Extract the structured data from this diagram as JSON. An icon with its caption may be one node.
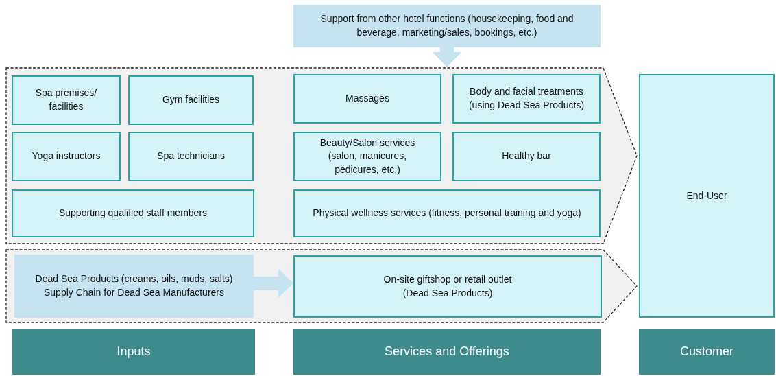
{
  "diagram": {
    "nodes": [
      {
        "text": [
          "Support from other hotel functions (housekeeping, food and beverage, marketing/sales, bookings, etc.)"
        ]
      },
      {
        "text": [],
        "shape": "chevron"
      },
      {
        "text": [
          "Spa premises/ facilities"
        ],
        "in": 1
      },
      {
        "text": [
          "Gym facilities"
        ],
        "in": 1
      },
      {
        "text": [
          "Yoga instructors"
        ],
        "in": 1
      },
      {
        "text": [
          "Spa technicians"
        ],
        "in": 1
      },
      {
        "text": [
          "Supporting qualified staff members"
        ],
        "in": 1
      },
      {
        "text": [
          "Massages"
        ],
        "in": 1
      },
      {
        "text": [
          "Body and facial treatments (using Dead Sea Products)"
        ],
        "in": 1
      },
      {
        "text": [
          "Beauty/Salon services (salon, manicures, pedicures, etc.)"
        ],
        "in": 1
      },
      {
        "text": [
          "Healthy bar"
        ],
        "in": 1
      },
      {
        "text": [
          "Physical wellness services (fitness, personal training and yoga)"
        ],
        "in": 1
      },
      {
        "text": [],
        "shape": "chevron"
      },
      {
        "text": [
          "Dead Sea Products (creams, oils, muds, salts)",
          "Supply Chain for Dead Sea Manufacturers"
        ],
        "in": 12
      },
      {
        "text": [
          "On-site giftshop or retail outlet (Dead Sea Products)"
        ],
        "in": 12
      },
      {
        "text": [
          "End-User"
        ]
      },
      {
        "text": [
          "Inputs"
        ]
      },
      {
        "text": [
          "Services and Offerings"
        ]
      },
      {
        "text": [
          "Customer"
        ]
      }
    ],
    "edges": [
      {
        "from": 0,
        "to": 1,
        "arrow": "to"
      },
      {
        "from": 13,
        "to": 14,
        "arrow": "to"
      }
    ]
  }
}
